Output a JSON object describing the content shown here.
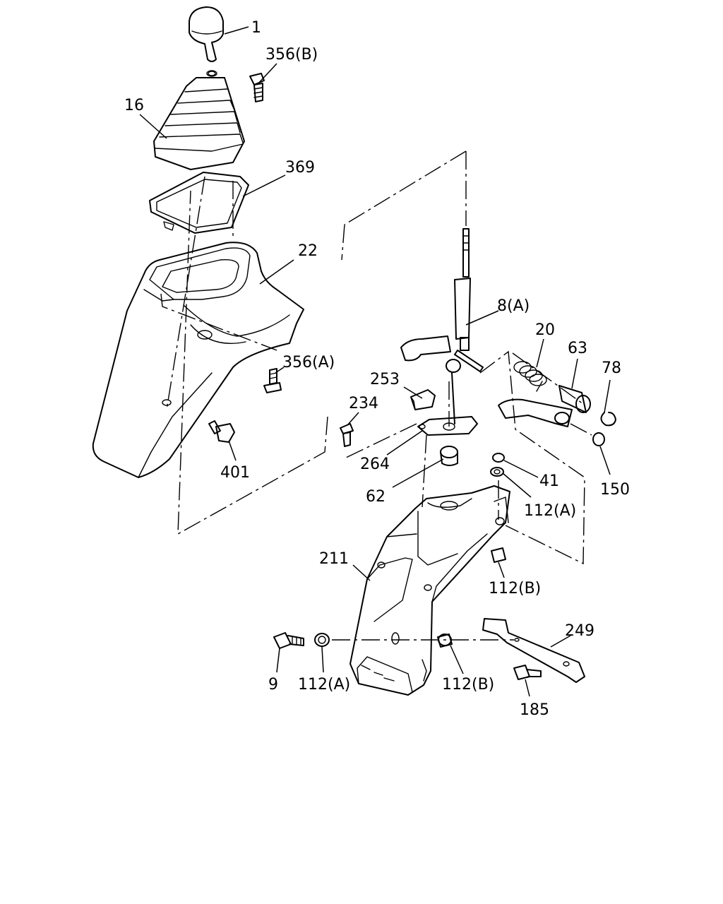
{
  "labels": {
    "p1": "1",
    "p356b": "356(B)",
    "p16": "16",
    "p369": "369",
    "p22": "22",
    "p356a": "356(A)",
    "p401": "401",
    "p8a": "8(A)",
    "p20": "20",
    "p63": "63",
    "p78": "78",
    "p253": "253",
    "p234": "234",
    "p264": "264",
    "p62": "62",
    "p41": "41",
    "p112a_top": "112(A)",
    "p150": "150",
    "p211": "211",
    "p112b_right": "112(B)",
    "p249": "249",
    "p9": "9",
    "p112a_bottom": "112(A)",
    "p112b_bottom": "112(B)",
    "p185": "185"
  }
}
